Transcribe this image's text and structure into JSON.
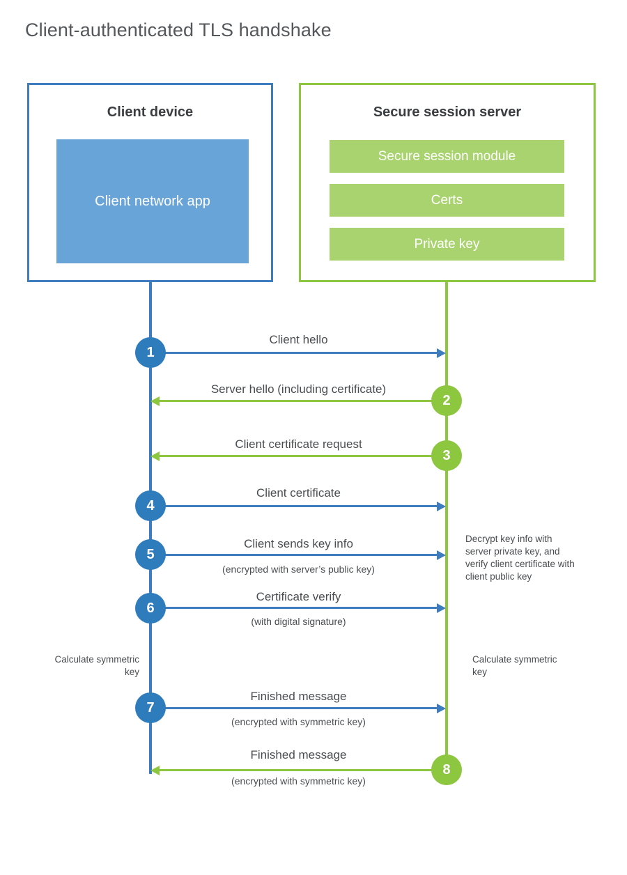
{
  "title": "Client-authenticated TLS handshake",
  "colors": {
    "client_blue": "#3c7cbf",
    "client_app_blue": "#68a4d8",
    "badge_blue": "#2f7cbd",
    "server_green": "#8dc63f",
    "server_block_green": "#a9d36e",
    "text": "#4a4d50",
    "title_text": "#55585b"
  },
  "actors": {
    "client": {
      "title": "Client device",
      "block": "Client network app"
    },
    "server": {
      "title": "Secure session server",
      "blocks": [
        "Secure session module",
        "Certs",
        "Private key"
      ]
    }
  },
  "steps": [
    {
      "number": "1",
      "label": "Client hello",
      "sublabel": "",
      "direction": "client-to-server",
      "color": "blue"
    },
    {
      "number": "2",
      "label": "Server hello (including certificate)",
      "sublabel": "",
      "direction": "server-to-client",
      "color": "green"
    },
    {
      "number": "3",
      "label": "Client certificate request",
      "sublabel": "",
      "direction": "server-to-client",
      "color": "green"
    },
    {
      "number": "4",
      "label": "Client certificate",
      "sublabel": "",
      "direction": "client-to-server",
      "color": "blue"
    },
    {
      "number": "5",
      "label": "Client sends key info",
      "sublabel": "(encrypted with server’s public key)",
      "direction": "client-to-server",
      "color": "blue"
    },
    {
      "number": "6",
      "label": "Certificate verify",
      "sublabel": "(with digital signature)",
      "direction": "client-to-server",
      "color": "blue"
    },
    {
      "number": "7",
      "label": "Finished message",
      "sublabel": "(encrypted with symmetric key)",
      "direction": "client-to-server",
      "color": "blue"
    },
    {
      "number": "8",
      "label": "Finished message",
      "sublabel": "(encrypted with symmetric key)",
      "direction": "server-to-client",
      "color": "green"
    }
  ],
  "notes": {
    "server_decrypt": "Decrypt key info with server private key, and verify client certificate with client public key",
    "client_calculate": "Calculate symmetric key",
    "server_calculate": "Calculate symmetric key"
  }
}
